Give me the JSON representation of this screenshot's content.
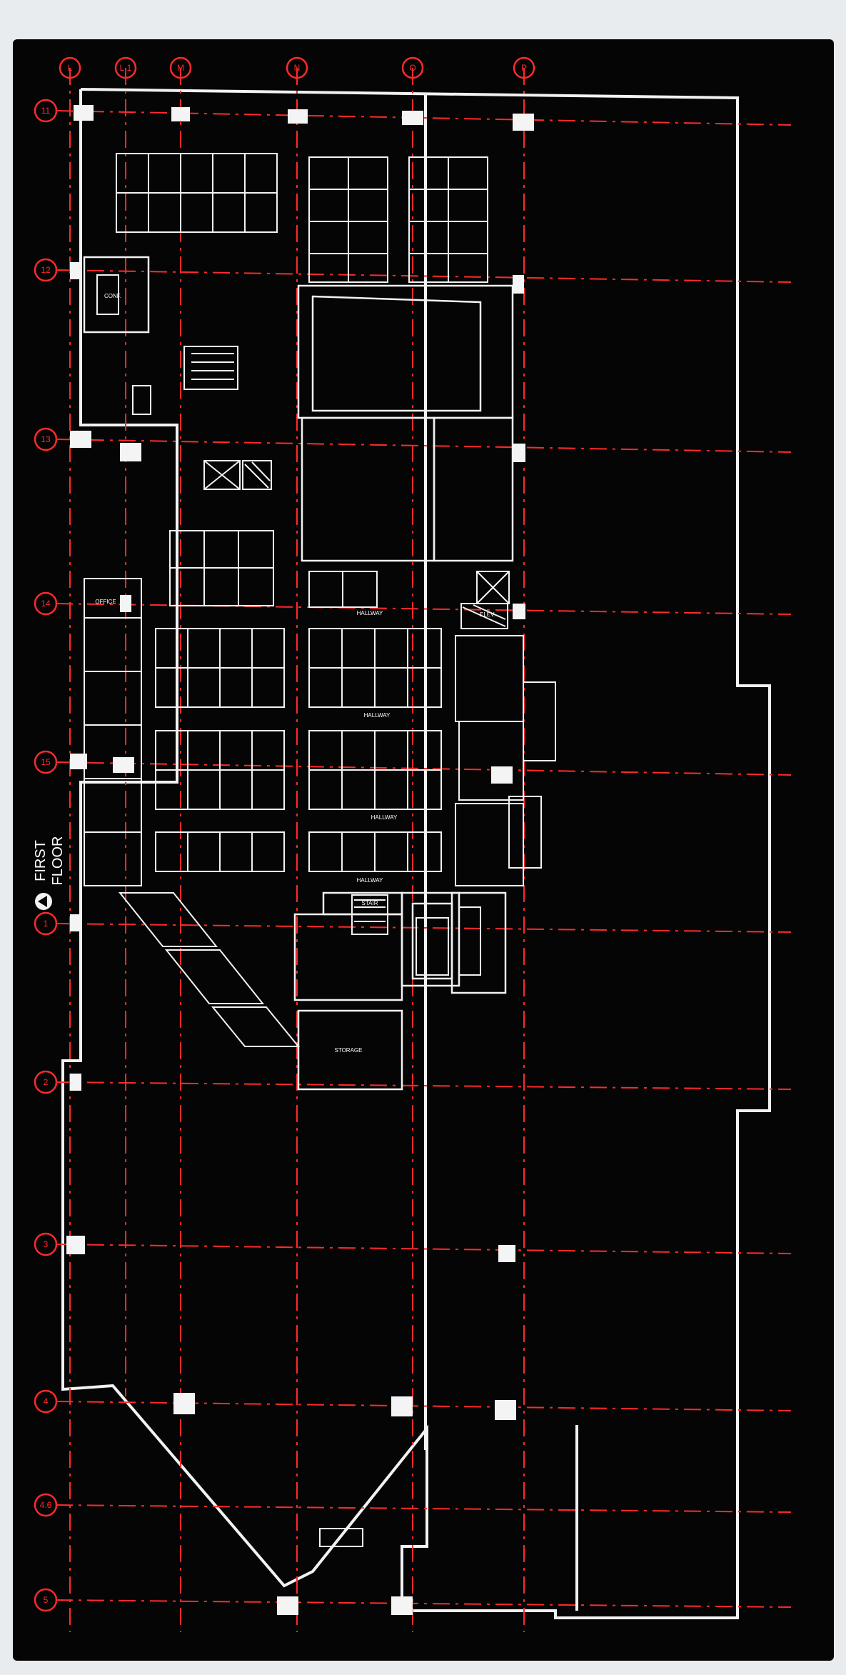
{
  "title_line1": "FIRST",
  "title_line2": "FLOOR",
  "grid_top": [
    "L",
    "L.1",
    "M",
    "N",
    "O",
    "P"
  ],
  "grid_left": [
    "11",
    "12",
    "13",
    "14",
    "15",
    "1",
    "2",
    "3",
    "4",
    "4.6",
    "5"
  ],
  "room_labels": {
    "hallway": "HALLWAY",
    "office": "OFFICE",
    "conf": "CONF.",
    "elev": "ELEV.",
    "stair": "STAIR",
    "storage": "STORAGE"
  },
  "colors": {
    "background": "#050505",
    "linework": "#f2f2f2",
    "gridline": "#ff2a2a",
    "column": "#f4f4f4"
  }
}
